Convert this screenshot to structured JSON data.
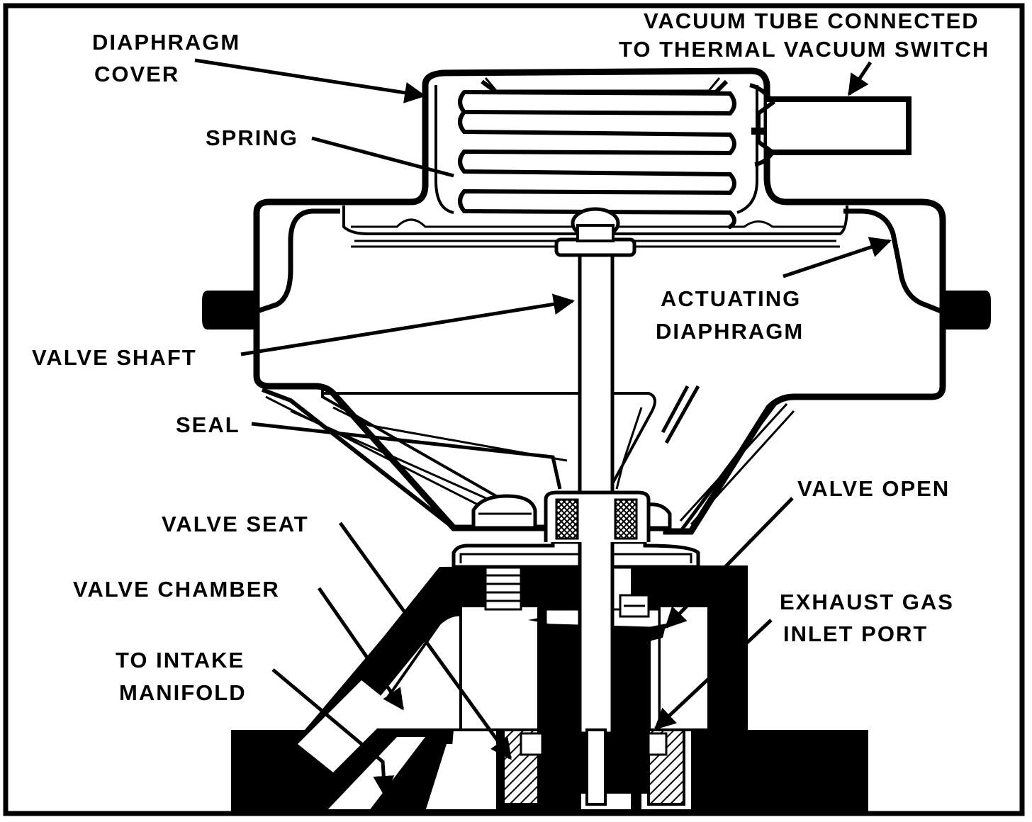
{
  "labels": {
    "diaphragm_cover": [
      "DIAPHRAGM",
      "COVER"
    ],
    "vacuum_tube": [
      "VACUUM TUBE CONNECTED",
      "TO THERMAL VACUUM SWITCH"
    ],
    "spring": "SPRING",
    "actuating_diaphragm": [
      "ACTUATING",
      "DIAPHRAGM"
    ],
    "valve_shaft": "VALVE SHAFT",
    "seal": "SEAL",
    "valve_open": "VALVE OPEN",
    "valve_seat": "VALVE SEAT",
    "valve_chamber": "VALVE CHAMBER",
    "exhaust_gas_inlet_port": [
      "EXHAUST GAS",
      "INLET PORT"
    ],
    "to_intake_manifold": [
      "TO INTAKE",
      "MANIFOLD"
    ]
  },
  "colors": {
    "ink": "#000000",
    "paper": "#ffffff"
  }
}
